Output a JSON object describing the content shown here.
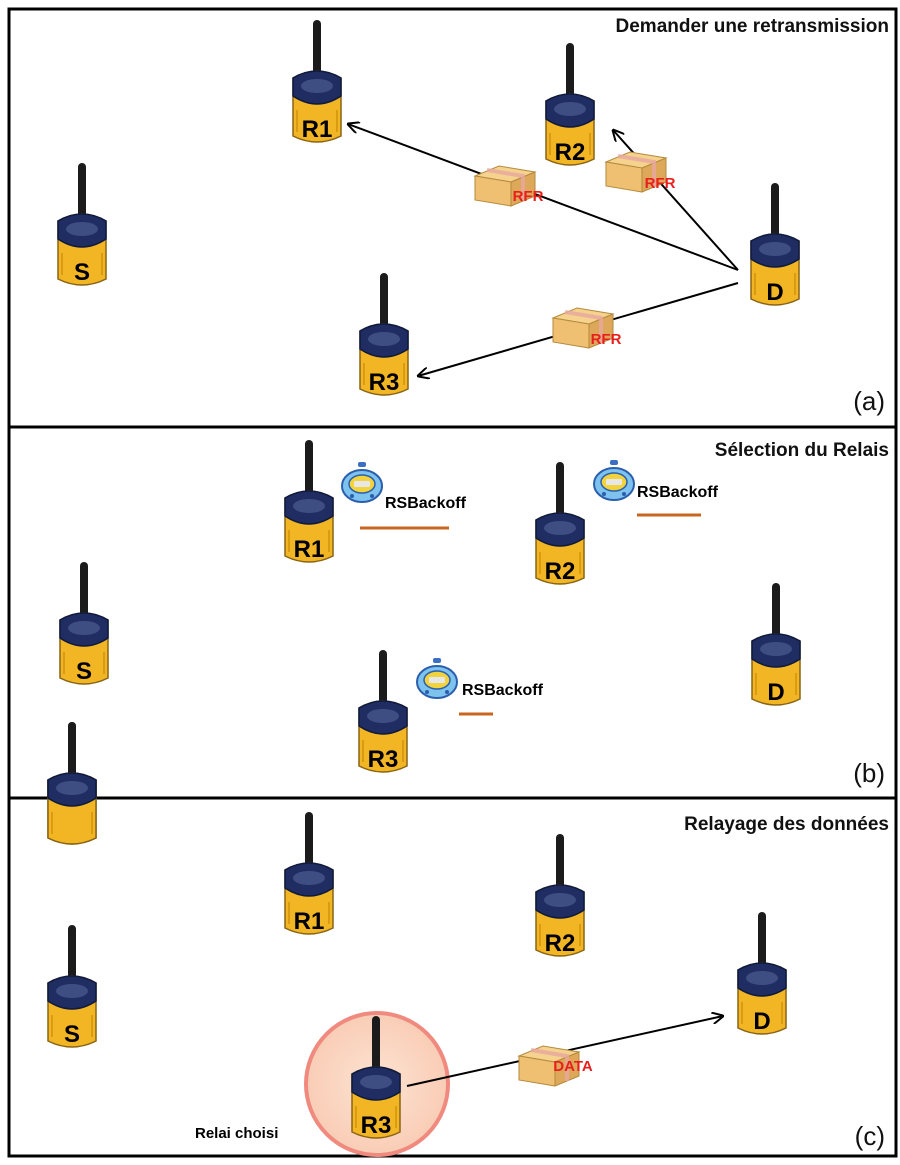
{
  "panels": [
    {
      "title": "Demander une retransmission",
      "label": "(a)"
    },
    {
      "title": "Sélection du Relais",
      "label": "(b)"
    },
    {
      "title": "Relayage des données",
      "label": "(c)"
    }
  ],
  "nodes": {
    "source": "S",
    "relay1": "R1",
    "relay2": "R2",
    "relay3": "R3",
    "destination": "D"
  },
  "packets": {
    "rfr": "RFR",
    "data": "DATA"
  },
  "timer_label": "RSBackoff",
  "chosen_relay_caption": "Relai choisi",
  "colors": {
    "node_body": "#F2B624",
    "packet_text": "#E8201C",
    "backoff_bar": "#C8651E",
    "chosen_circle": "#F08A7E"
  }
}
